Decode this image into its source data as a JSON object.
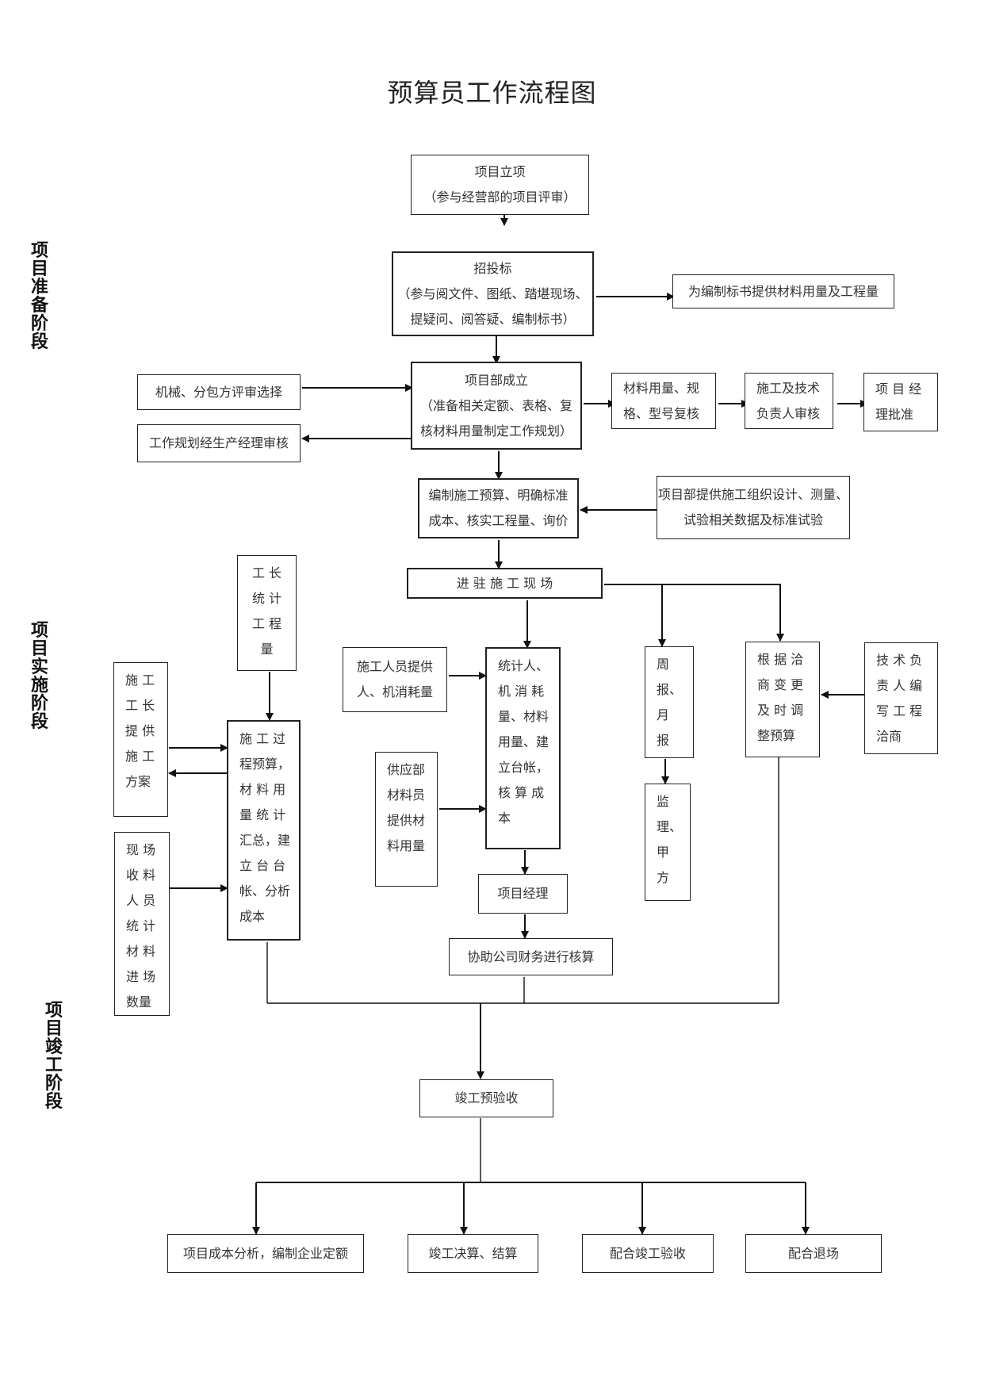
{
  "title": "预算员工作流程图",
  "stages": {
    "prep": [
      "项",
      "目",
      "准",
      "备",
      "阶",
      "段"
    ],
    "impl": [
      "项",
      "目",
      "实",
      "施",
      "阶",
      "段"
    ],
    "done": [
      "项",
      "目",
      "竣",
      "工",
      "阶",
      "段"
    ]
  },
  "nodes": {
    "lixiang": [
      "项目立项",
      "（参与经营部的项目评审）"
    ],
    "zhaotoubiao": [
      "招投标",
      "（参与阅文件、图纸、踏堪现场、",
      "提疑问、阅答疑、编制标书）"
    ],
    "biaoshu_material": [
      "为编制标书提供材料用量及工程量"
    ],
    "xiangmubu": [
      "项目部成立",
      "（准备相关定额、表格、复",
      "核材料用量制定工作规划）"
    ],
    "jixie": [
      "机械、分包方评审选择"
    ],
    "gongzuoguihua": [
      "工作规划经生产经理审核"
    ],
    "cailiao_fuhe": [
      "材料用量、规",
      "格、型号复核"
    ],
    "jishu_shenhe": [
      "施工及技术",
      "负责人审核"
    ],
    "jingli_pizhun": [
      "项 目 经",
      "理批准"
    ],
    "bianzhi_yusuan": [
      "编制施工预算、明确标准",
      "成本、核实工程量、询价"
    ],
    "tigong_shuju": [
      "项目部提供施工组织设计、测量、",
      "试验相关数据及标准试验"
    ],
    "jinzhu": [
      "进 驻 施 工 现 场"
    ],
    "gongzhang_tongji": [
      "工 长",
      "统 计",
      "工 程",
      "量"
    ],
    "gongzhang_fangan": [
      "施 工",
      "工 长",
      "提 供",
      "施 工",
      "方案"
    ],
    "guocheng_yusuan": [
      "施 工 过",
      "程预算，",
      "材 料 用",
      "量 统 计",
      "汇总，建",
      "立 台 台",
      "帐、分析",
      "成本"
    ],
    "xianchang_shouliao": [
      "现 场",
      "收 料",
      "人 员",
      "统 计",
      "材 料",
      "进 场",
      "数量"
    ],
    "renyuan_tigong": [
      "施工人员提供",
      "人、机消耗量"
    ],
    "tongji_ren": [
      "统计人、",
      "机 消 耗",
      "量、材料",
      "用量、建",
      "立台帐，",
      "核 算 成",
      "本"
    ],
    "gongying_bu": [
      "供应部",
      "材料员",
      "提供材",
      "料用量"
    ],
    "zhoubao": [
      "周",
      "报、",
      "月",
      "报"
    ],
    "jianli": [
      "监",
      "理、",
      "甲",
      "方"
    ],
    "qiashang": [
      "根 据 洽",
      "商 变 更",
      "及 时 调",
      "整预算"
    ],
    "jishu_qiashang": [
      "技 术 负",
      "责 人 编",
      "写 工 程",
      "洽商"
    ],
    "xiangmu_jingli": [
      "项目经理"
    ],
    "xiezhu_caiwu": [
      "协助公司财务进行核算"
    ],
    "jungong_yanshou": [
      "竣工预验收"
    ],
    "chengben_fenxi": [
      "项目成本分析，编制企业定额"
    ],
    "juesuan": [
      "竣工决算、结算"
    ],
    "peihe_yanshou": [
      "配合竣工验收"
    ],
    "peihe_tuichang": [
      "配合退场"
    ]
  }
}
